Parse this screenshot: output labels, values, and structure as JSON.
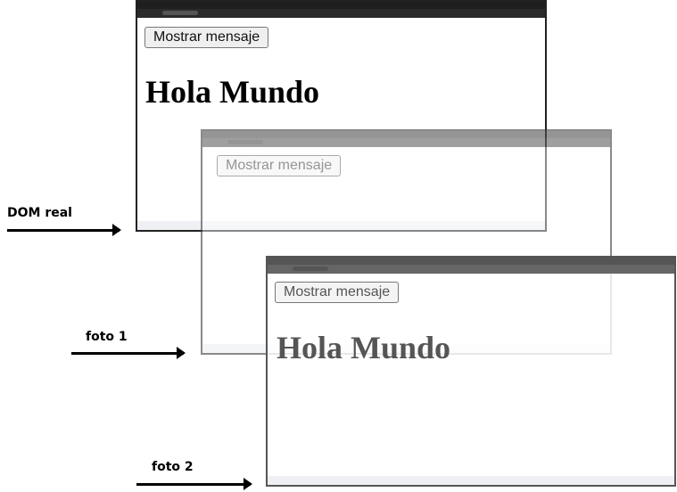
{
  "windows": [
    {
      "name": "dom-real",
      "button_label": "Mostrar mensaje",
      "heading": "Hola Mundo"
    },
    {
      "name": "foto-1",
      "button_label": "Mostrar mensaje"
    },
    {
      "name": "foto-2",
      "button_label": "Mostrar mensaje",
      "heading": "Hola Mundo"
    }
  ],
  "labels": {
    "dom_real": "DOM real",
    "foto1": "foto 1",
    "foto2": "foto 2"
  }
}
